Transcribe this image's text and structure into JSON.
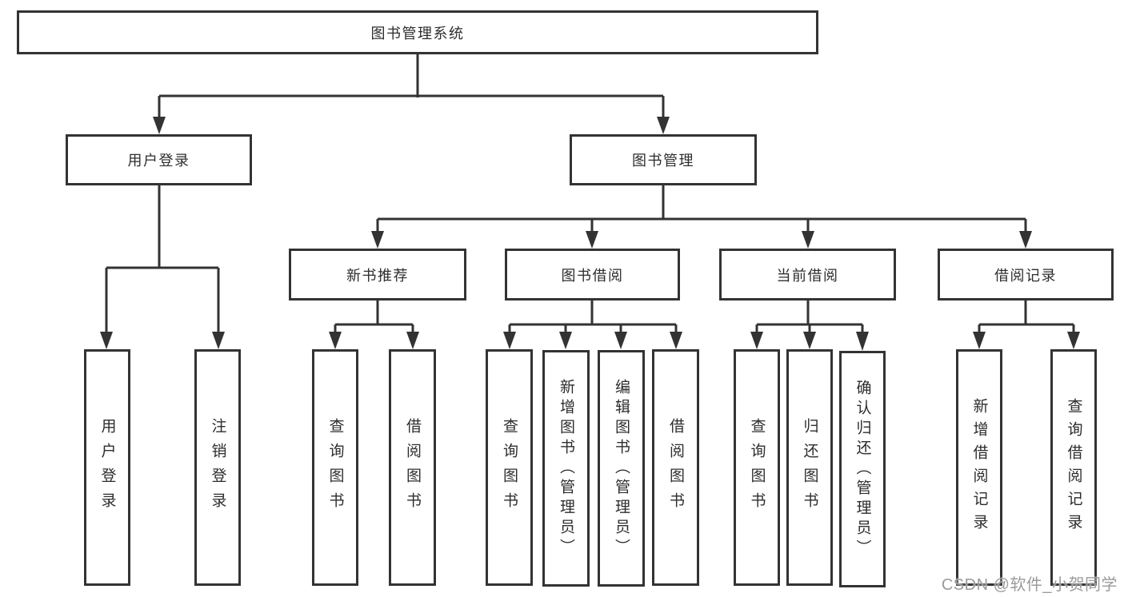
{
  "tree": {
    "label": "图书管理系统",
    "children": [
      {
        "label": "用户登录",
        "children": [
          {
            "label": "用户登录"
          },
          {
            "label": "注销登录"
          }
        ]
      },
      {
        "label": "图书管理",
        "children": [
          {
            "label": "新书推荐",
            "children": [
              {
                "label": "查询图书"
              },
              {
                "label": "借阅图书"
              }
            ]
          },
          {
            "label": "图书借阅",
            "children": [
              {
                "label": "查询图书"
              },
              {
                "label": "新增图书（管理员）"
              },
              {
                "label": "编辑图书（管理员）"
              },
              {
                "label": "借阅图书"
              }
            ]
          },
          {
            "label": "当前借阅",
            "children": [
              {
                "label": "查询图书"
              },
              {
                "label": "归还图书"
              },
              {
                "label": "确认归还（管理员）"
              }
            ]
          },
          {
            "label": "借阅记录",
            "children": [
              {
                "label": "新增借阅记录"
              },
              {
                "label": "查询借阅记录"
              }
            ]
          }
        ]
      }
    ]
  },
  "watermark": {
    "text": "CSDN @软件_小贺同学"
  },
  "colors": {
    "line": "#333333",
    "border": "#333333",
    "text": "#2d2d2d",
    "watermark": "#9b9b9b",
    "background": "#ffffff"
  }
}
